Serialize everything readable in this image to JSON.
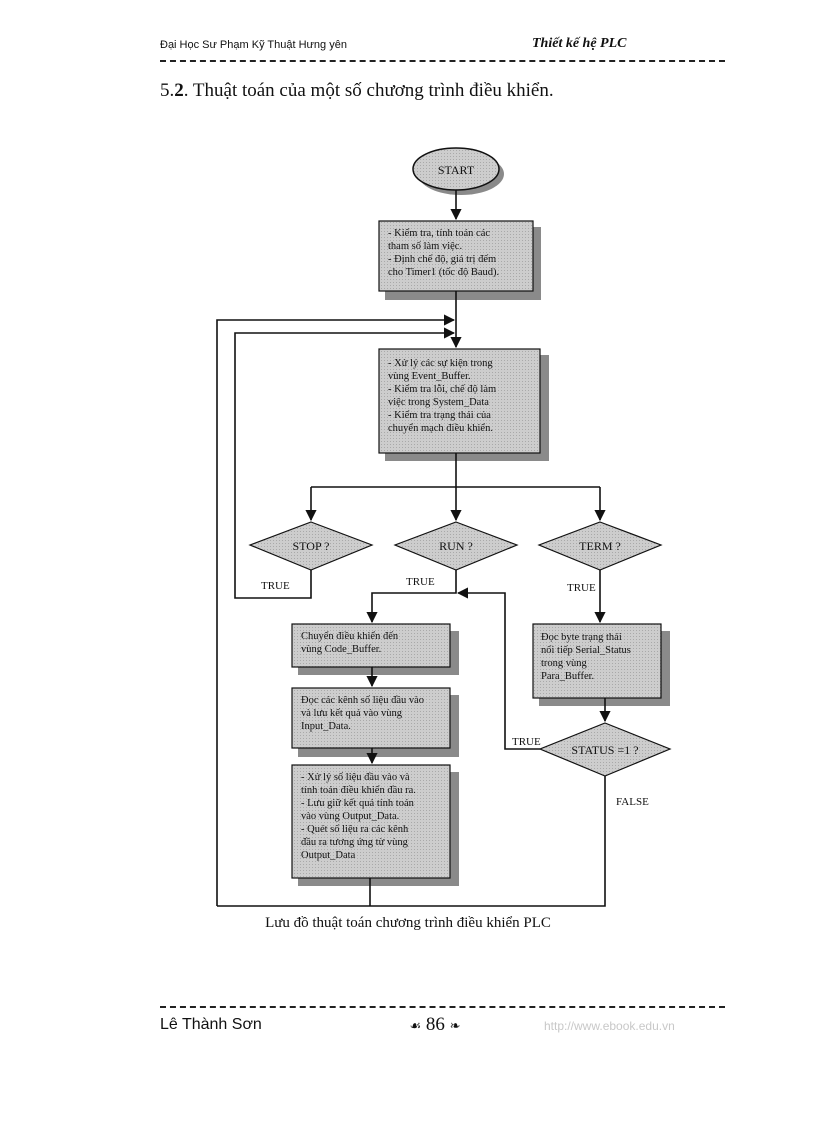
{
  "header": {
    "left": "Đại Học Sư Phạm Kỹ Thuật Hưng yên",
    "right": "Thiết kế hệ PLC"
  },
  "section": {
    "number": "5.",
    "number_bold": "2",
    "title": ". Thuật toán của một số chương trình điều khiển."
  },
  "flowchart": {
    "start": "START",
    "init_box": [
      "- Kiểm tra, tính toán các",
      "tham số làm việc.",
      "- Định chế độ, giá trị đếm",
      "cho Timer1 (tốc độ Baud)."
    ],
    "event_box": [
      "- Xử lý các sự kiện trong",
      "vùng Event_Buffer.",
      "- Kiểm tra lỗi, chế độ làm",
      "việc trong System_Data",
      "- Kiểm tra trạng thái của",
      "chuyển mạch điều khiển."
    ],
    "stop": "STOP ?",
    "run": "RUN ?",
    "term": "TERM ?",
    "true_stop": "TRUE",
    "true_run": "TRUE",
    "true_term": "TRUE",
    "code_box": [
      "Chuyển điều khiển đến",
      "vùng Code_Buffer."
    ],
    "input_box": [
      "Đọc các kênh số liệu đầu vào",
      "và lưu kết quả vào vùng",
      "Input_Data."
    ],
    "output_box": [
      "- Xử lý số liệu đầu vào và",
      "tính toán điều khiển đầu ra.",
      "- Lưu giữ kết quả tính toán",
      "vào vùng Output_Data.",
      "- Quét số liệu ra các kênh",
      "đầu ra tương ứng từ vùng",
      "Output_Data"
    ],
    "serial_box": [
      "Đọc byte trạng thái",
      "nối tiếp Serial_Status",
      "trong vùng",
      "Para_Buffer."
    ],
    "status": "STATUS =1 ?",
    "true_status": "TRUE",
    "false_status": "FALSE"
  },
  "caption": "Lưu đồ thuật toán chương trình điều khiển PLC",
  "footer": {
    "author": "Lê Thành Sơn",
    "page": "86",
    "page_left_ornament": "☙",
    "page_right_ornament": "❧",
    "url": "http://www.ebook.edu.vn"
  },
  "colors": {
    "box_fill": "#c9c9c9",
    "shadow": "#8a8a8a",
    "line": "#111111"
  }
}
